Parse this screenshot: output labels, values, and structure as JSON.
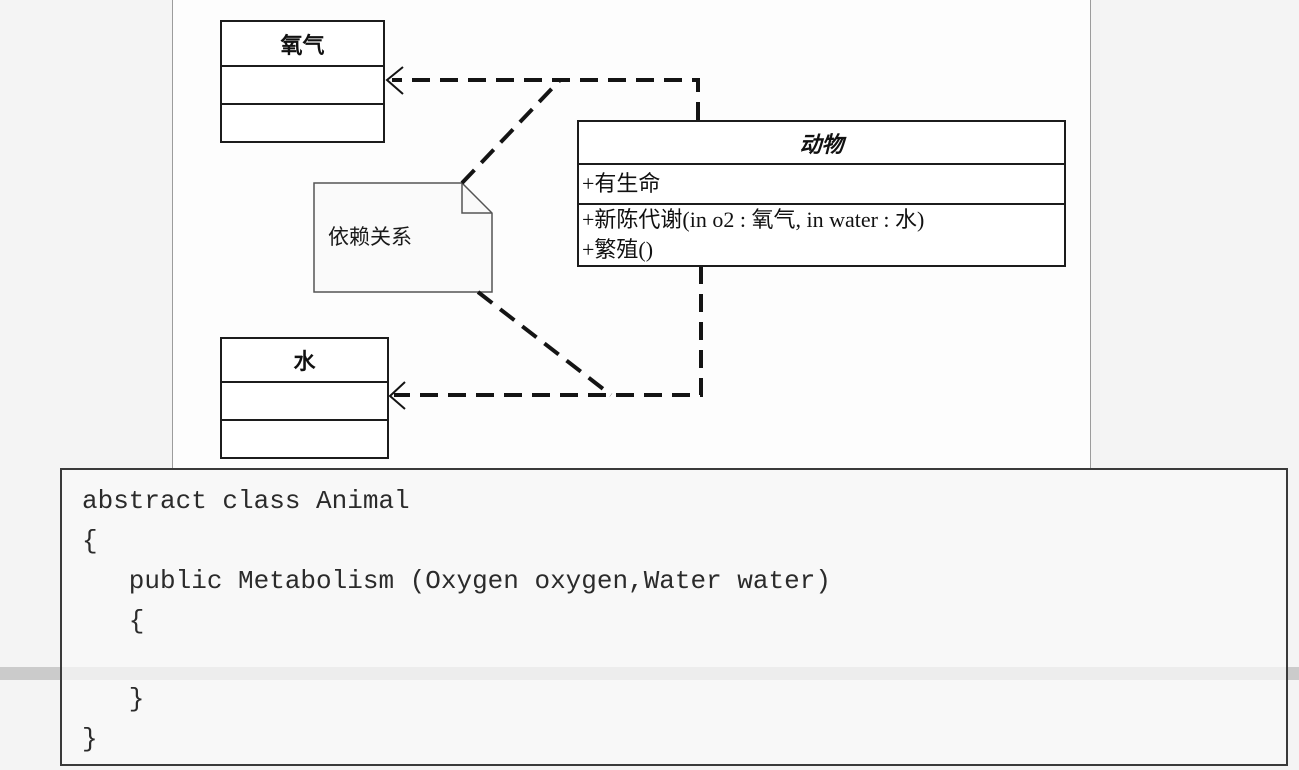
{
  "diagram": {
    "classes": {
      "oxygen": {
        "name": "氧气"
      },
      "water": {
        "name": "水"
      },
      "animal": {
        "name": "动物",
        "attributes": [
          "+有生命"
        ],
        "operations": [
          "+新陈代谢(in o2 : 氧气, in water : 水)",
          "+繁殖()"
        ]
      }
    },
    "note": {
      "text": "依赖关系"
    }
  },
  "code": {
    "lines": [
      "abstract class Animal",
      "{",
      "   public Metabolism (Oxygen oxygen,Water water)",
      "   {",
      "   }",
      "}"
    ]
  }
}
